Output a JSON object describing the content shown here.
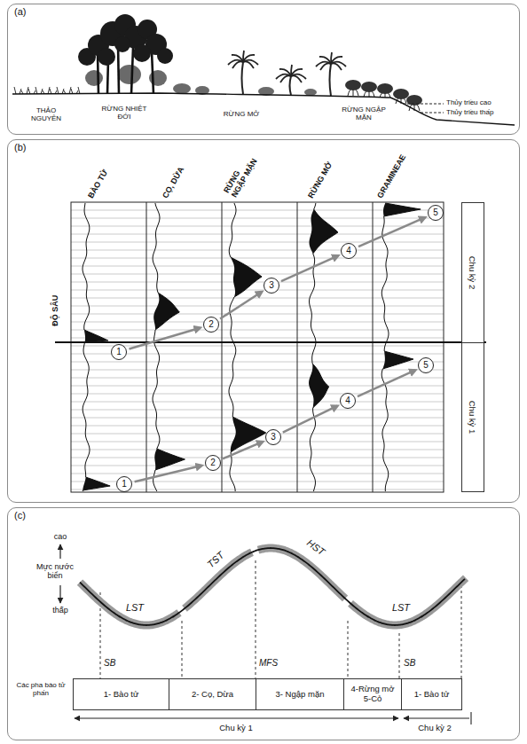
{
  "diagram": {
    "nodes": [
      {
        "text": [
          "(a)"
        ]
      },
      {
        "text": [
          "(b)"
        ]
      },
      {
        "text": [
          "1"
        ],
        "in": 1
      },
      {
        "text": [
          "2"
        ],
        "in": 1
      },
      {
        "text": [
          "3"
        ],
        "in": 1
      },
      {
        "text": [
          "4"
        ],
        "in": 1
      },
      {
        "text": [
          "5"
        ],
        "in": 1
      },
      {
        "text": [
          "1"
        ],
        "in": 1
      },
      {
        "text": [
          "2"
        ],
        "in": 1
      },
      {
        "text": [
          "3"
        ],
        "in": 1
      },
      {
        "text": [
          "4"
        ],
        "in": 1
      },
      {
        "text": [
          "5"
        ],
        "in": 1
      },
      {
        "text": [
          "Chu kỳ 2"
        ],
        "in": 1
      },
      {
        "text": [
          "Chu kỳ 1"
        ],
        "in": 1
      },
      {
        "text": [
          "(c)"
        ]
      },
      {
        "text": [
          "1- Bào tử"
        ],
        "in": 14
      },
      {
        "text": [
          "2- Cọ, Dừa"
        ],
        "in": 14
      },
      {
        "text": [
          "3- Ngập mặn"
        ],
        "in": 14
      },
      {
        "text": [
          "4-Rừng mở 5-Cỏ"
        ],
        "in": 14
      },
      {
        "text": [
          "1- Bào tử"
        ],
        "in": 14
      }
    ],
    "edges": [
      {
        "from": 2,
        "to": 3,
        "arrow": "to"
      },
      {
        "from": 3,
        "to": 4,
        "arrow": "to"
      },
      {
        "from": 4,
        "to": 5,
        "arrow": "to"
      },
      {
        "from": 5,
        "to": 6,
        "arrow": "to"
      },
      {
        "from": 7,
        "to": 8,
        "arrow": "to"
      },
      {
        "from": 8,
        "to": 9,
        "arrow": "to"
      },
      {
        "from": 9,
        "to": 10,
        "arrow": "to"
      },
      {
        "from": 10,
        "to": 11,
        "arrow": "to"
      }
    ],
    "labels": [
      "THẢO NGUYÊN",
      "RỪNG NHIỆT ĐỚI",
      "RỪNG MỞ",
      "RỪNG NGẬP MẶN",
      "Thủy triều cao",
      "Thủy triều thấp",
      "BÀO TỬ",
      "CỌ, DỪA",
      "RỪNG NGẬP MẶN",
      "RỪNG MỞ",
      "GRAMINEAE",
      "ĐỘ SÂU",
      "cao",
      "Mực nước biển",
      "thấp",
      "LST",
      "TST",
      "HST",
      "LST",
      "SB",
      "MFS",
      "SB",
      "Các pha bào tử phấn",
      "Chu kỳ 1",
      "Chu kỳ 2"
    ]
  }
}
